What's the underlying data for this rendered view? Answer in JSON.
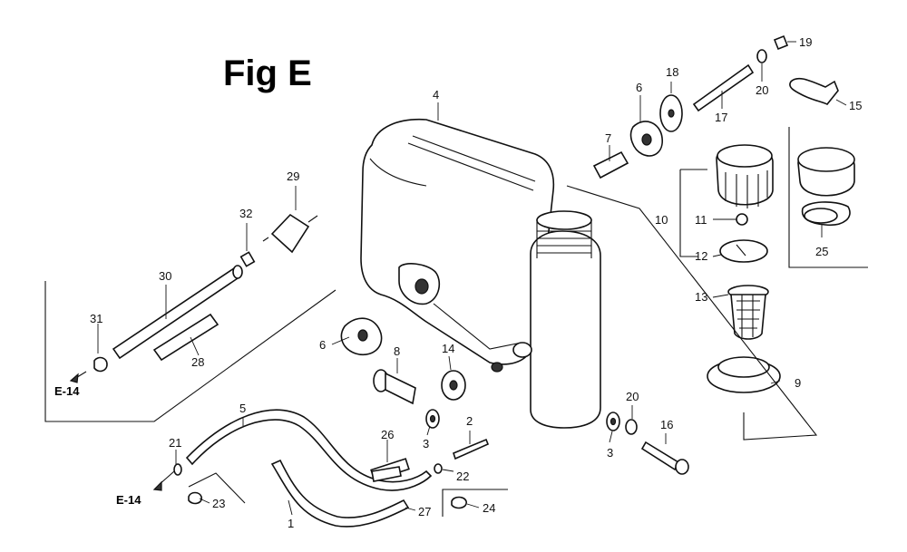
{
  "figure_title": "Fig E",
  "references": [
    {
      "id": "ref-e14-upper",
      "text": "E-14"
    },
    {
      "id": "ref-e14-lower",
      "text": "E-14"
    }
  ],
  "callouts": [
    {
      "id": "c1",
      "text": "1"
    },
    {
      "id": "c2",
      "text": "2"
    },
    {
      "id": "c3a",
      "text": "3"
    },
    {
      "id": "c3b",
      "text": "3"
    },
    {
      "id": "c4",
      "text": "4"
    },
    {
      "id": "c5",
      "text": "5"
    },
    {
      "id": "c6a",
      "text": "6"
    },
    {
      "id": "c6b",
      "text": "6"
    },
    {
      "id": "c7",
      "text": "7"
    },
    {
      "id": "c8",
      "text": "8"
    },
    {
      "id": "c9",
      "text": "9"
    },
    {
      "id": "c10",
      "text": "10"
    },
    {
      "id": "c11",
      "text": "11"
    },
    {
      "id": "c12",
      "text": "12"
    },
    {
      "id": "c13",
      "text": "13"
    },
    {
      "id": "c14",
      "text": "14"
    },
    {
      "id": "c15",
      "text": "15"
    },
    {
      "id": "c16",
      "text": "16"
    },
    {
      "id": "c17",
      "text": "17"
    },
    {
      "id": "c18",
      "text": "18"
    },
    {
      "id": "c19",
      "text": "19"
    },
    {
      "id": "c20a",
      "text": "20"
    },
    {
      "id": "c20b",
      "text": "20"
    },
    {
      "id": "c21",
      "text": "21"
    },
    {
      "id": "c22",
      "text": "22"
    },
    {
      "id": "c23",
      "text": "23"
    },
    {
      "id": "c24",
      "text": "24"
    },
    {
      "id": "c25",
      "text": "25"
    },
    {
      "id": "c26",
      "text": "26"
    },
    {
      "id": "c27",
      "text": "27"
    },
    {
      "id": "c28",
      "text": "28"
    },
    {
      "id": "c29",
      "text": "29"
    },
    {
      "id": "c30",
      "text": "30"
    },
    {
      "id": "c31",
      "text": "31"
    },
    {
      "id": "c32",
      "text": "32"
    }
  ]
}
